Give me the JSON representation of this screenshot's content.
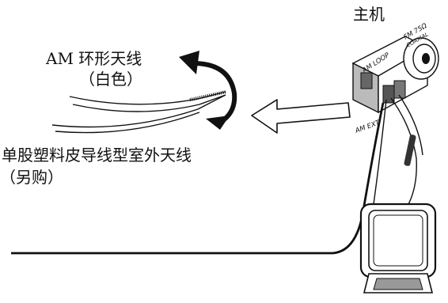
{
  "labels": {
    "main_unit": "主机",
    "am_loop_line1": "AM 环形天线",
    "am_loop_line2": "（白色）",
    "outdoor_line1": "单股塑料皮导线型室外天线",
    "outdoor_line2": "（另购）"
  },
  "terminals": {
    "am_loop": "AM LOOP",
    "fm": "FM 75Ω",
    "coaxial": "COAXIAL",
    "am_ext": "AM EXT"
  },
  "colors": {
    "line": "#111111",
    "background": "#ffffff"
  }
}
